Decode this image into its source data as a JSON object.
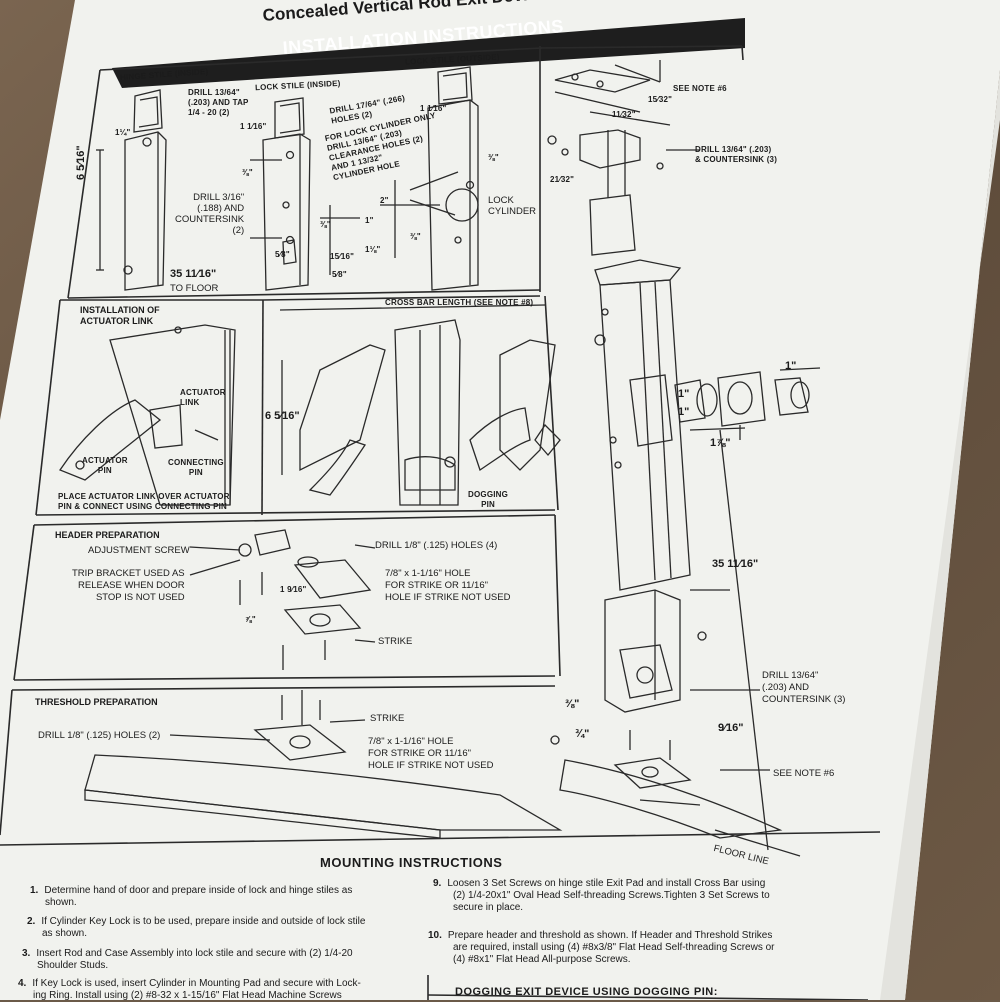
{
  "header": {
    "title": "Concealed Vertical Rod Exit Device",
    "banner": "INSTALLATION INSTRUCTIONS"
  },
  "stiles": {
    "hinge_title": "HINGE STILE (INSIDE)",
    "lock_inside_title": "LOCK STILE (INSIDE)",
    "lock_outside_title": "LOCK STILE (OUTSIDE)",
    "drill_tap": [
      "DRILL 13/64\"",
      "(.203) AND TAP",
      "1/4 - 20 (2)"
    ],
    "drill_holes": [
      "DRILL 17/64\" (.266)",
      "HOLES (2)"
    ],
    "lock_cyl_only": [
      "FOR LOCK CYLINDER ONLY",
      "DRILL 13/64\" (.203)",
      "CLEARANCE HOLES (2)",
      "AND 1 13/32\"",
      "CYLINDER HOLE"
    ],
    "drill_countersink": [
      "DRILL 3/16\"",
      "(.188) AND",
      "COUNTERSINK",
      "(2)"
    ],
    "lock_cylinder": [
      "LOCK",
      "CYLINDER"
    ],
    "to_floor_value": "35 11⁄16\"",
    "to_floor_label": "TO FLOOR",
    "dims": [
      "1¼\"",
      "6 5⁄16\"",
      "1 1⁄16\"",
      "⅜\"",
      "⅜\"",
      "5⁄8\"",
      "1\"",
      "⅜\"",
      "2\"",
      "1⅛\"",
      "15⁄16\"",
      "5⁄8\"",
      "1 1⁄16\"",
      "⅜\""
    ]
  },
  "top_right": {
    "see_note_6": "SEE NOTE #6",
    "drill": [
      "DRILL 13/64\" (.203)",
      "& COUNTERSINK (3)"
    ],
    "dims": [
      "15⁄32\"",
      "11⁄32\"",
      "21⁄32\""
    ]
  },
  "actuator": {
    "title": [
      "INSTALLATION OF",
      "ACTUATOR LINK"
    ],
    "actuator_link": [
      "ACTUATOR",
      "LINK"
    ],
    "actuator_pin": [
      "ACTUATOR",
      "PIN"
    ],
    "connecting_pin": [
      "CONNECTING",
      "PIN"
    ],
    "caption": [
      "PLACE ACTUATOR LINK OVER ACTUATOR",
      "PIN & CONNECT USING CONNECTING PIN"
    ]
  },
  "crossbar": {
    "length_label": "CROSS BAR LENGTH (SEE NOTE #8)",
    "height_dim": "6 5⁄16\"",
    "dogging_pin": [
      "DOGGING",
      "PIN"
    ]
  },
  "right_mid": {
    "dims": [
      "1\"",
      "1\"",
      "1\"",
      "1⅞\"",
      "35 11⁄16\""
    ]
  },
  "header_prep": {
    "title": "HEADER PREPARATION",
    "adjustment_screw": "ADJUSTMENT SCREW",
    "trip_bracket": [
      "TRIP BRACKET USED AS",
      "RELEASE WHEN DOOR",
      "STOP IS NOT USED"
    ],
    "drill_holes": "DRILL 1/8\" (.125) HOLES (4)",
    "hole_note": [
      "7/8\" x 1-1/16\" HOLE",
      "FOR STRIKE OR 11/16\"",
      "HOLE IF STRIKE NOT USED"
    ],
    "strike": "STRIKE",
    "dims": [
      "1 9⁄16\"",
      "⅞\""
    ]
  },
  "threshold_prep": {
    "title": "THRESHOLD PREPARATION",
    "drill_holes": "DRILL 1/8\" (.125) HOLES (2)",
    "strike": "STRIKE",
    "hole_note": [
      "7/8\" x 1-1/16\" HOLE",
      "FOR STRIKE OR 11/16\"",
      "HOLE IF STRIKE NOT USED"
    ]
  },
  "bottom_right": {
    "drill": [
      "DRILL 13/64\"",
      "(.203) AND",
      "COUNTERSINK (3)"
    ],
    "see_note_6": "SEE NOTE #6",
    "floor_line": "FLOOR LINE",
    "dims": [
      "⅜\"",
      "¾\"",
      "9⁄16\""
    ]
  },
  "mounting": {
    "title": "MOUNTING INSTRUCTIONS",
    "items_left": [
      {
        "num": "1.",
        "lines": [
          "Determine hand of door and prepare inside of lock and hinge stiles as",
          "shown."
        ]
      },
      {
        "num": "2.",
        "lines": [
          "If Cylinder Key Lock is to be used, prepare inside and outside of lock stile",
          "as shown."
        ]
      },
      {
        "num": "3.",
        "lines": [
          "Insert Rod and Case Assembly into lock stile and secure with (2) 1/4-20",
          "Shoulder Studs."
        ]
      },
      {
        "num": "4.",
        "lines": [
          "If Key Lock is used, insert Cylinder in Mounting Pad and secure with Lock-",
          "ing Ring. Install using (2) #8-32 x 1-15/16\" Flat Head Machine Screws"
        ]
      }
    ],
    "items_right": [
      {
        "num": "9.",
        "lines": [
          "Loosen 3 Set Screws on hinge stile Exit Pad and install Cross Bar using",
          "(2) 1/4-20x1\" Oval Head Self-threading Screws.Tighten 3 Set Screws to",
          "secure in place."
        ]
      },
      {
        "num": "10.",
        "lines": [
          "Prepare header and threshold as shown. If Header and Threshold Strikes",
          "are required, install using (4) #8x3/8\" Flat Head Self-threading Screws or",
          "(4) #8x1\" Flat Head All-purpose Screws."
        ]
      }
    ],
    "dogging_title": "DOGGING EXIT DEVICE USING DOGGING PIN:"
  }
}
